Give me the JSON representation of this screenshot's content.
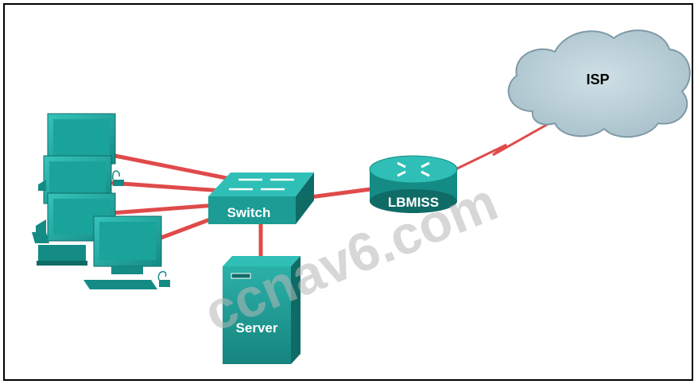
{
  "labels": {
    "isp": "ISP",
    "router": "LBMISS",
    "switch": "Switch",
    "server": "Server"
  },
  "watermark": "ccnav6.com",
  "colors": {
    "device_face": "#1f9f99",
    "device_dark": "#0f6b66",
    "device_light": "#2fbfb7",
    "link": "#e04a4a",
    "cloud_fill": "#b9cfd8",
    "cloud_stroke": "#7f9aa6"
  }
}
